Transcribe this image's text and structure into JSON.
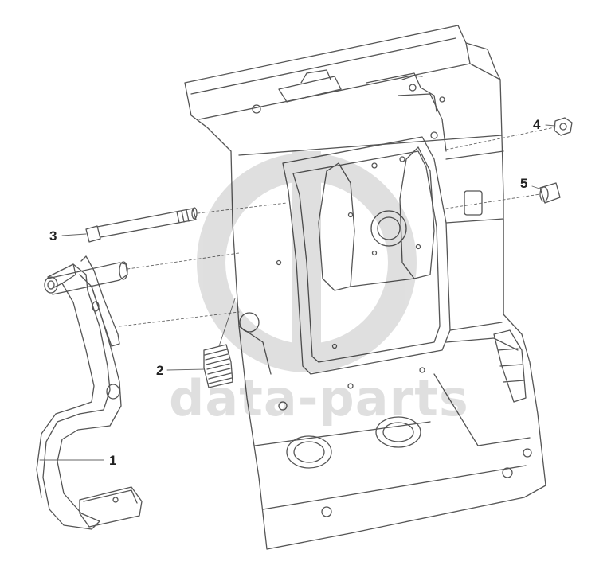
{
  "diagram": {
    "callouts": [
      {
        "id": "1",
        "label": "1"
      },
      {
        "id": "2",
        "label": "2"
      },
      {
        "id": "3",
        "label": "3"
      },
      {
        "id": "4",
        "label": "4"
      },
      {
        "id": "5",
        "label": "5"
      }
    ],
    "watermark": {
      "text": "data-parts",
      "color": "#000000"
    },
    "line_color": "#555555"
  }
}
